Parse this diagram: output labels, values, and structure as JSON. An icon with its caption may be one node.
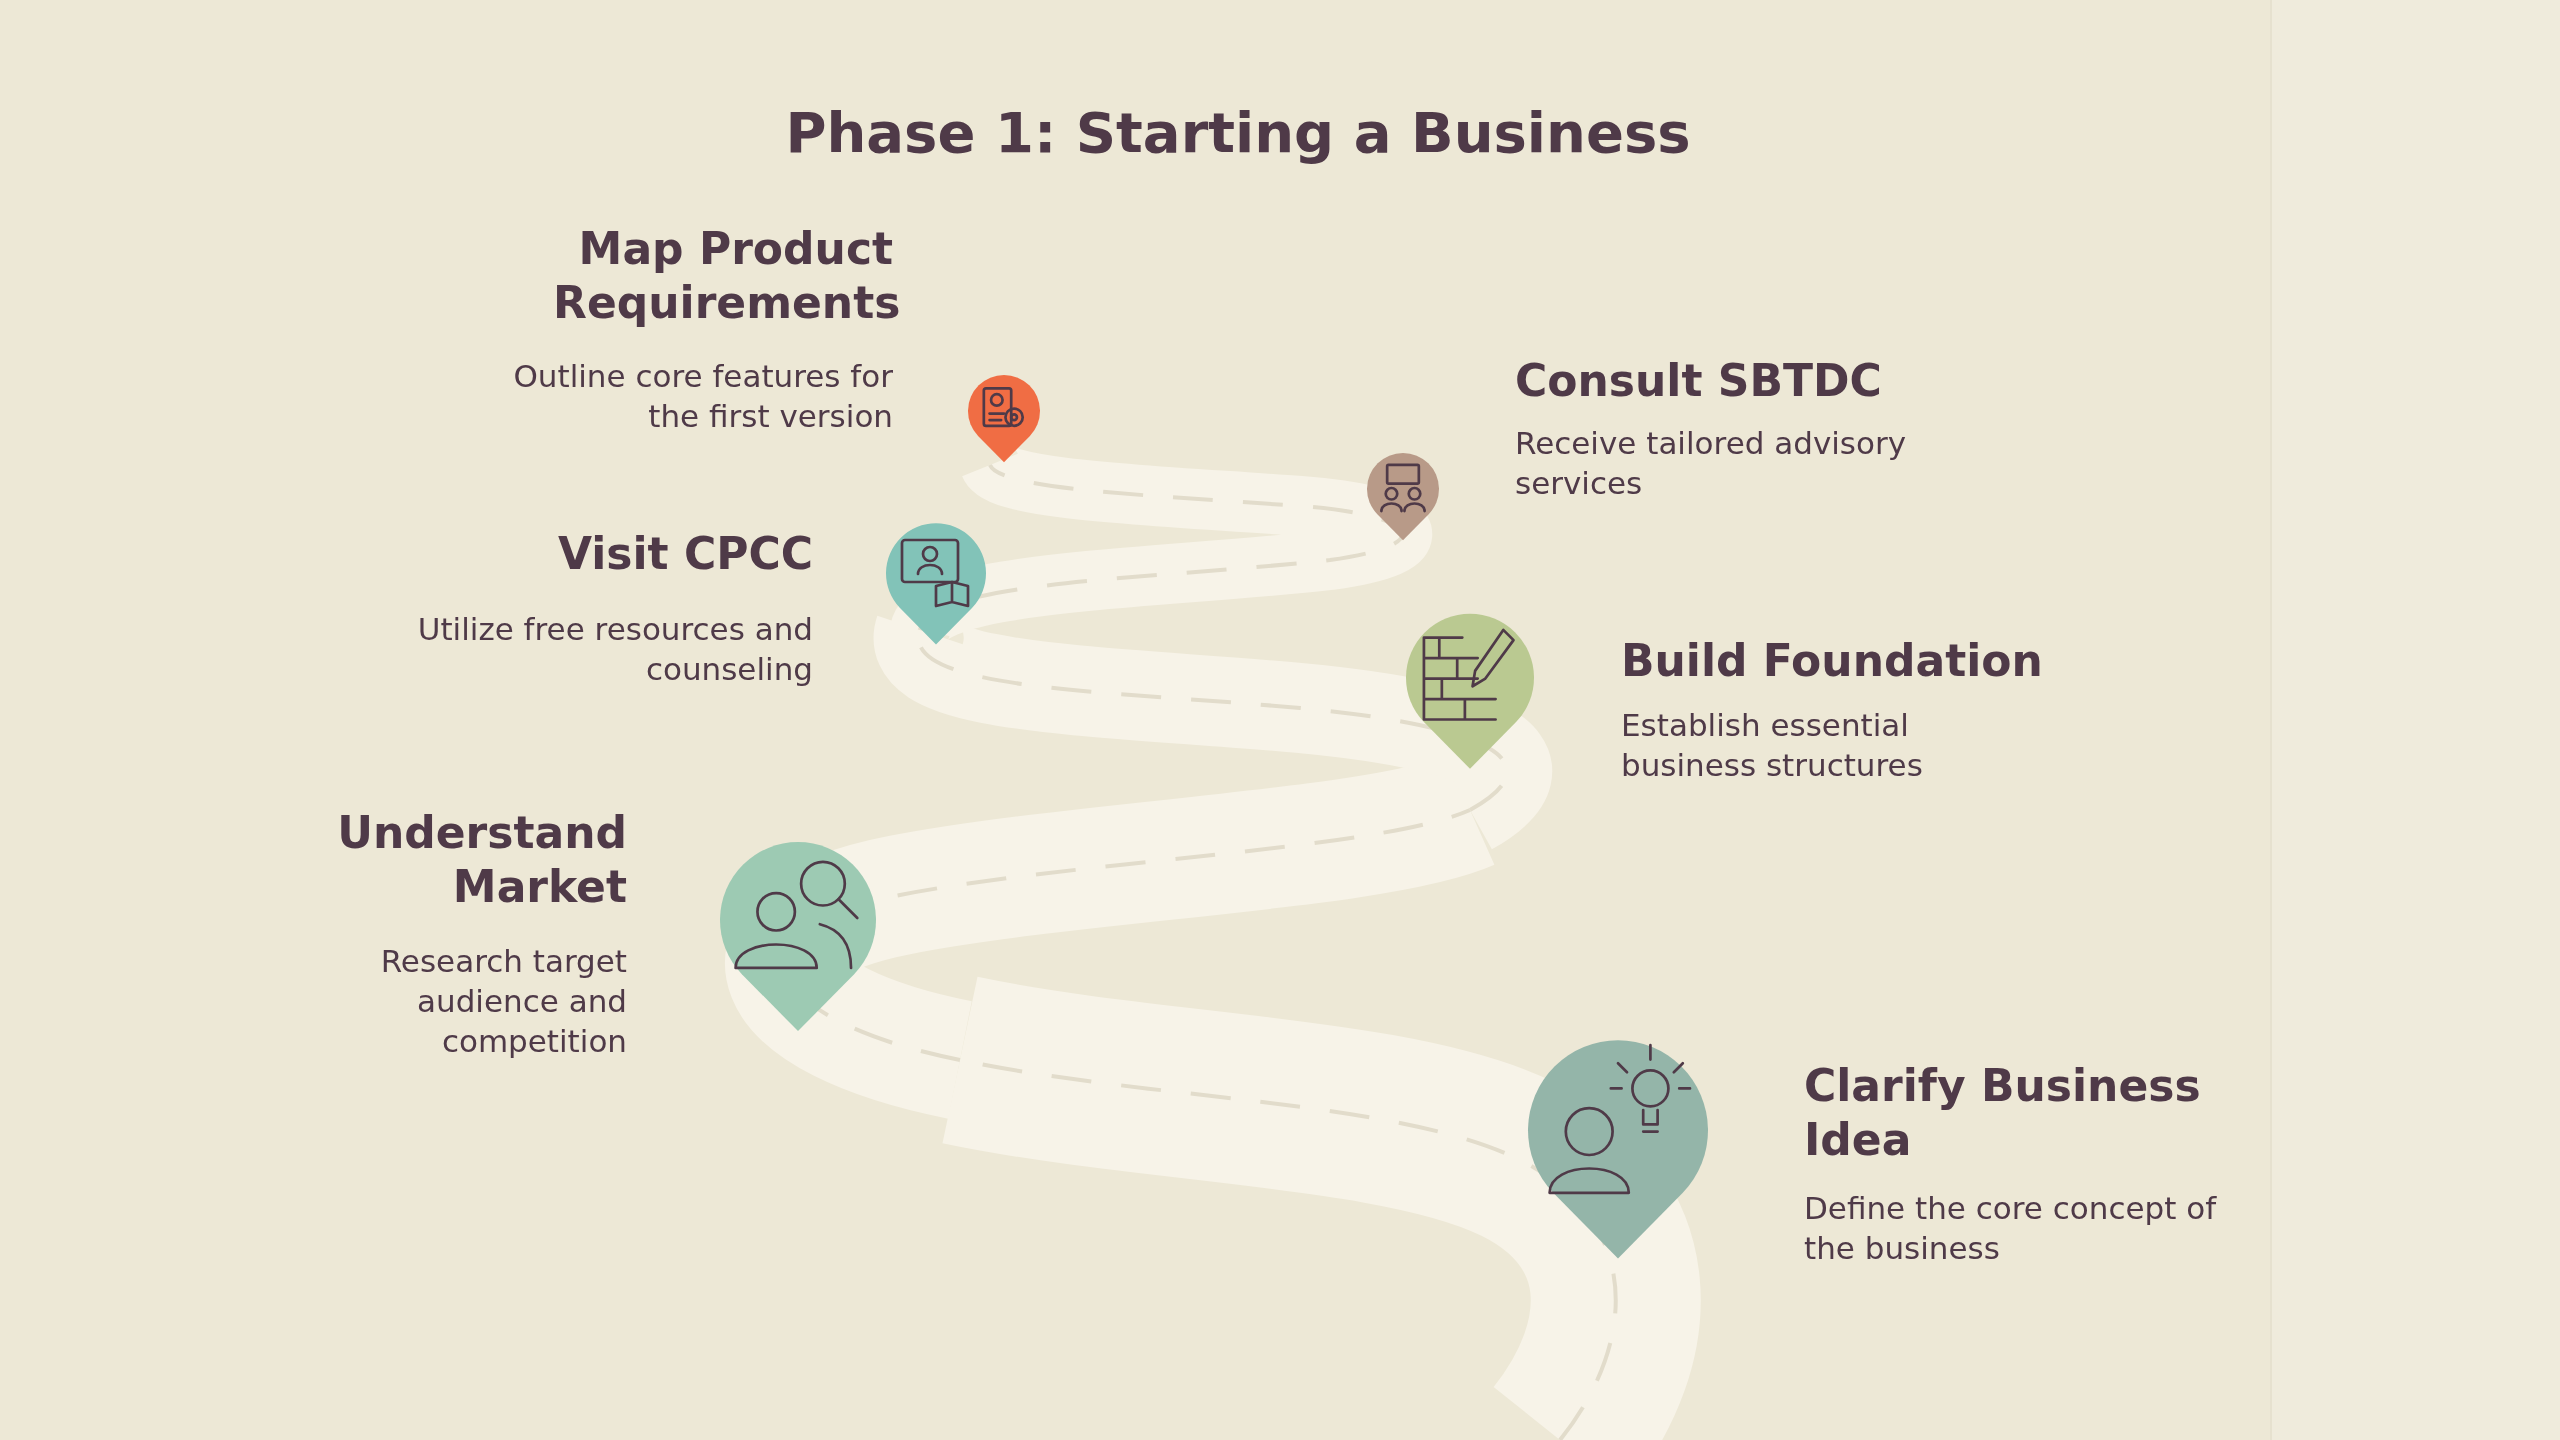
{
  "diagram": {
    "title": "Phase 1: Starting a Business",
    "labels": [
      "Map Product Requirements",
      "Outline core features for the first version",
      "Consult SBTDC",
      "Receive tailored advisory services",
      "Visit CPCC",
      "Utilize free resources and counseling",
      "Build Foundation",
      "Establish essential business structures",
      "Understand Market",
      "Research target audience and competition",
      "Clarify Business Idea",
      "Define the core concept of the business"
    ]
  }
}
